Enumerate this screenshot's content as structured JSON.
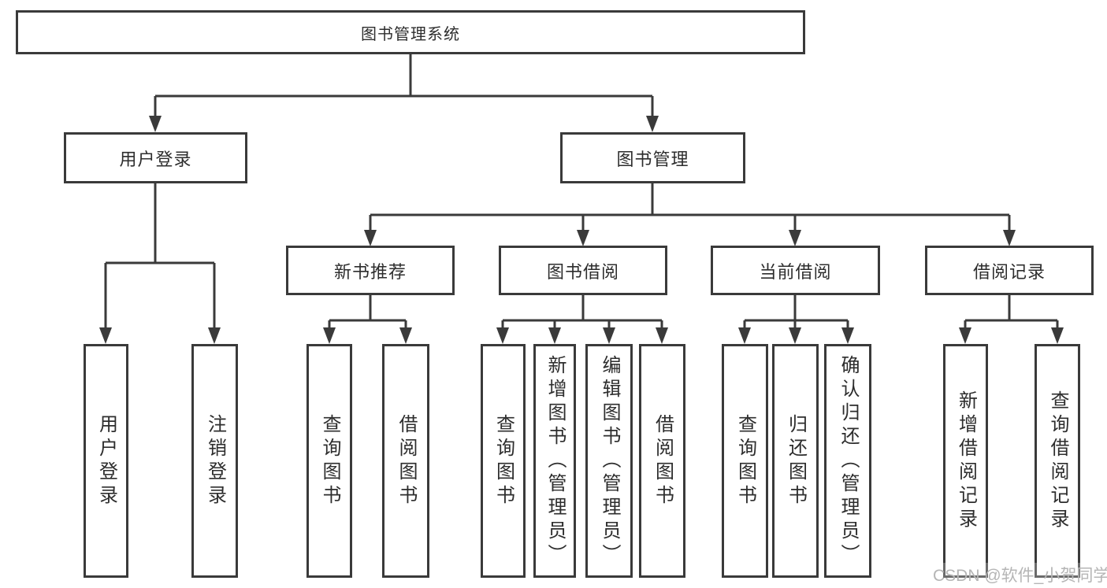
{
  "diagram": {
    "title": "图书管理系统",
    "root": "图书管理系统",
    "level2": {
      "user_login": "用户登录",
      "book_mgmt": "图书管理"
    },
    "level3": {
      "new_books": "新书推荐",
      "book_borrow": "图书借阅",
      "current_borrow": "当前借阅",
      "borrow_records": "借阅记录"
    },
    "leaves": {
      "user_login": [
        "用户登录",
        "注销登录"
      ],
      "new_books": [
        "查询图书",
        "借阅图书"
      ],
      "book_borrow": [
        "查询图书",
        "新增图书（管理员）",
        "编辑图书（管理员）",
        "借阅图书"
      ],
      "current_borrow": [
        "查询图书",
        "归还图书",
        "确认归还（管理员）"
      ],
      "borrow_records": [
        "新增借阅记录",
        "查询借阅记录"
      ]
    }
  },
  "watermark": "CSDN @软件_小贺同学",
  "colors": {
    "line": "#3a3a3a",
    "text": "#2d2d2d",
    "box_background": "#ffffff",
    "page_background": "#ffffff",
    "watermark": "#b5b5b5"
  }
}
